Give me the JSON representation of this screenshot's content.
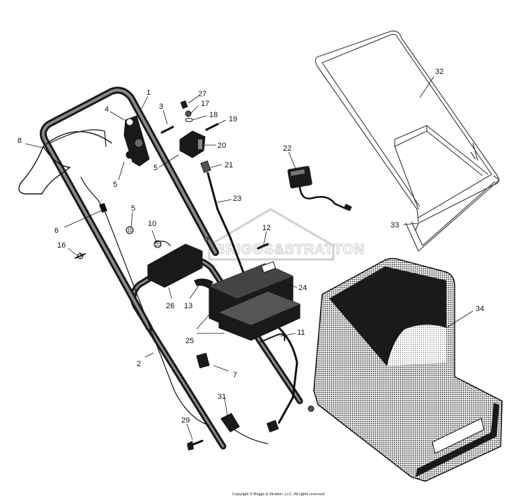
{
  "callouts": {
    "c1": "1",
    "c2": "2",
    "c3": "3",
    "c4": "4",
    "c5a": "5",
    "c5b": "5",
    "c5c": "5",
    "c6": "6",
    "c7": "7",
    "c8": "8",
    "c10": "10",
    "c11": "11",
    "c12": "12",
    "c13": "13",
    "c16": "16",
    "c17": "17",
    "c18": "18",
    "c19": "19",
    "c20": "20",
    "c21": "21",
    "c22": "22",
    "c23": "23",
    "c24": "24",
    "c25": "25",
    "c26": "26",
    "c27": "27",
    "c29": "29",
    "c31": "31",
    "c32": "32",
    "c33": "33",
    "c34": "34"
  },
  "watermark": "BRIGGS&STRATTON",
  "copyright": "Copyright © Briggs & Stratton, LLC. All rights reserved.",
  "colors": {
    "ink": "#1a1a1a",
    "paper": "#ffffff",
    "screen": "#555555",
    "watermark": "#c8c8c8"
  }
}
